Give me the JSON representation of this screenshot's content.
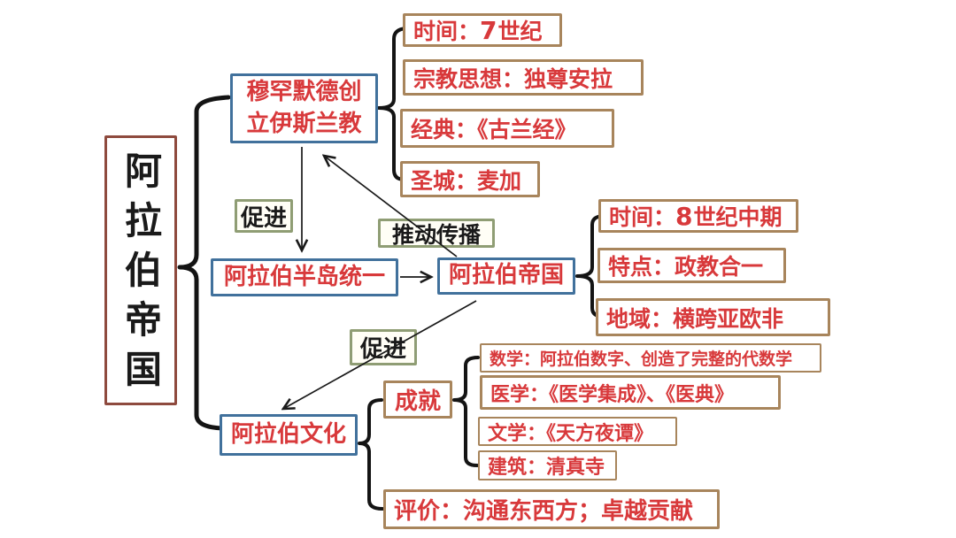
{
  "colors": {
    "root_border": "#8e4a3e",
    "main_node_border": "#41719c",
    "detail_border": "#a8855c",
    "connector_border": "#8f9d74",
    "text_red": "#d8393b",
    "text_black": "#1a1a1a"
  },
  "root": {
    "label": "阿拉伯帝国"
  },
  "connectors": {
    "promote_top": "促进",
    "spread": "推动传播",
    "promote_bottom": "促进"
  },
  "islam": {
    "label": "穆罕默德创立伊斯兰教",
    "time_prefix": "时间：",
    "time_num": "7",
    "time_suffix": "世纪",
    "items": [
      "宗教思想：独尊安拉",
      "经典：《古兰经》",
      "圣城：麦加"
    ]
  },
  "unification": {
    "label": "阿拉伯半岛统一"
  },
  "empire": {
    "label": "阿拉伯帝国",
    "time_prefix": "时间：",
    "time_num": "8",
    "time_suffix": "世纪中期",
    "items": [
      "特点：政教合一",
      "地域：横跨亚欧非"
    ]
  },
  "culture": {
    "label": "阿拉伯文化",
    "achievement": "成就",
    "achievements": [
      "数学：阿拉伯数字、创造了完整的代数学",
      "医学：《医学集成》、《医典》",
      "文学：《天方夜谭》",
      "建筑：清真寺"
    ],
    "evaluation": "评价：沟通东西方；卓越贡献"
  }
}
